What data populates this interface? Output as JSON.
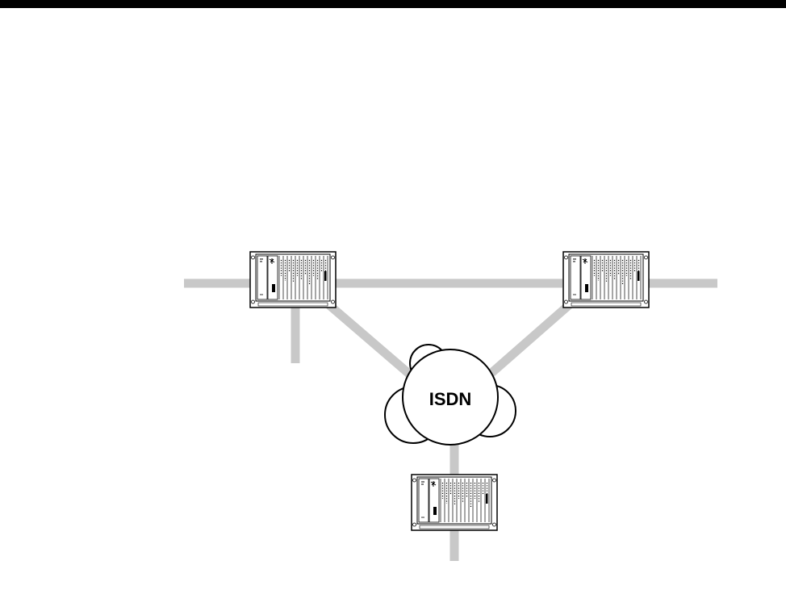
{
  "colors": {
    "header_bar": "#000000",
    "link_line": "#c8c8c8",
    "device_stroke": "#000000",
    "device_fill": "#ffffff",
    "cloud_stroke": "#000000",
    "cloud_fill": "#ffffff"
  },
  "network": {
    "cloud_label": "ISDN"
  },
  "devices": [
    {
      "id": "router-left",
      "icon": "rack-router-icon"
    },
    {
      "id": "router-right",
      "icon": "rack-router-icon"
    },
    {
      "id": "router-bottom",
      "icon": "rack-router-icon"
    }
  ]
}
